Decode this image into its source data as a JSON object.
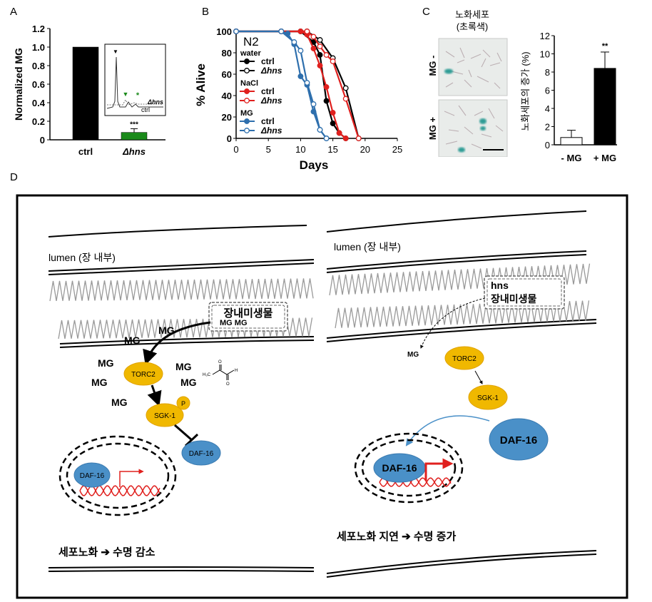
{
  "panels": {
    "a": "A",
    "b": "B",
    "c": "C",
    "d": "D"
  },
  "chart_data": [
    {
      "panel": "A",
      "type": "bar",
      "ylabel": "Normalized MG",
      "ylim": [
        0,
        1.2
      ],
      "yticks": [
        "0",
        "0.2",
        "0.4",
        "0.6",
        "0.8",
        "1.0",
        "1.2"
      ],
      "categories": [
        "ctrl",
        "Δhns"
      ],
      "values": [
        1.0,
        0.08
      ],
      "error": [
        0,
        0.04
      ],
      "colors": [
        "#000000",
        "#1a8a1a"
      ],
      "annotation": "***",
      "inset_labels": {
        "top": "Δhns",
        "bottom": "ctrl"
      }
    },
    {
      "panel": "B",
      "type": "line",
      "title": "N2",
      "xlabel": "Days",
      "ylabel": "% Alive",
      "xlim": [
        0,
        25
      ],
      "ylim": [
        0,
        100
      ],
      "xticks": [
        "0",
        "5",
        "10",
        "15",
        "20",
        "25"
      ],
      "yticks": [
        "0",
        "20",
        "40",
        "60",
        "80",
        "100"
      ],
      "legend_groups": [
        {
          "title": "water",
          "entries": [
            "ctrl",
            "Δhns"
          ]
        },
        {
          "title": "NaCl",
          "entries": [
            "ctrl",
            "Δhns"
          ]
        },
        {
          "title": "MG",
          "entries": [
            "ctrl",
            "Δhns"
          ]
        }
      ],
      "series": [
        {
          "group": "water",
          "name": "ctrl",
          "color": "#000000",
          "filled": true,
          "x": [
            0,
            7,
            10,
            12,
            13,
            14,
            15,
            16,
            17
          ],
          "y": [
            100,
            100,
            100,
            90,
            78,
            35,
            14,
            5,
            0
          ]
        },
        {
          "group": "water",
          "name": "Δhns",
          "color": "#000000",
          "filled": false,
          "x": [
            0,
            7,
            11,
            13,
            15,
            17,
            19
          ],
          "y": [
            100,
            100,
            100,
            92,
            75,
            47,
            0
          ]
        },
        {
          "group": "NaCl",
          "name": "ctrl",
          "color": "#e0201e",
          "filled": true,
          "x": [
            0,
            7,
            10,
            11,
            12,
            13,
            14,
            15,
            16,
            17
          ],
          "y": [
            100,
            100,
            100,
            97,
            84,
            68,
            48,
            24,
            5,
            0
          ]
        },
        {
          "group": "NaCl",
          "name": "Δhns",
          "color": "#e0201e",
          "filled": false,
          "x": [
            0,
            7,
            11,
            12,
            13,
            14,
            15,
            17,
            19
          ],
          "y": [
            100,
            100,
            100,
            95,
            86,
            78,
            72,
            37,
            0
          ]
        },
        {
          "group": "MG",
          "name": "ctrl",
          "color": "#2e6fad",
          "filled": true,
          "x": [
            0,
            7,
            8,
            9,
            10,
            11,
            12,
            13,
            14
          ],
          "y": [
            100,
            100,
            98,
            88,
            58,
            50,
            25,
            8,
            0
          ]
        },
        {
          "group": "MG",
          "name": "Δhns",
          "color": "#2e6fad",
          "filled": false,
          "x": [
            0,
            7,
            9,
            10,
            11,
            12,
            13,
            14
          ],
          "y": [
            100,
            100,
            90,
            82,
            52,
            32,
            8,
            0
          ]
        }
      ]
    },
    {
      "panel": "C",
      "type": "bar",
      "ylabel": "노화세포의 증가 (%)",
      "ylim": [
        0,
        12
      ],
      "yticks": [
        "0",
        "2",
        "4",
        "6",
        "8",
        "10",
        "12"
      ],
      "categories": [
        "- MG",
        "+ MG"
      ],
      "values": [
        0.8,
        8.4
      ],
      "error": [
        0.8,
        1.8
      ],
      "colors": [
        "#ffffff",
        "#000000"
      ],
      "annotation": "**"
    }
  ],
  "panel_c": {
    "title_line1": "노화세포",
    "title_line2": "(초록색)",
    "row_top": "MG -",
    "row_bottom": "MG +"
  },
  "panel_d": {
    "left": {
      "lumen": "lumen (장 내부)",
      "microbe": "장내미생물",
      "microbe_mg": "MG MG",
      "mg_labels": [
        "MG",
        "MG",
        "MG",
        "MG",
        "MG",
        "MG",
        "MG"
      ],
      "torc2": "TORC2",
      "sgk1": "SGK-1",
      "phospho": "P",
      "daf16": "DAF-16",
      "nuclear_daf16": "DAF-16",
      "caption": "세포노화 ➔ 수명 감소"
    },
    "right": {
      "lumen": "lumen (장 내부)",
      "microbe_line1": "hns",
      "microbe_line2": "장내미생물",
      "mg": "MG",
      "torc2": "TORC2",
      "sgk1": "SGK-1",
      "daf16": "DAF-16",
      "nuclear_daf16": "DAF-16",
      "caption": "세포노화 지연 ➔ 수명 증가"
    }
  }
}
